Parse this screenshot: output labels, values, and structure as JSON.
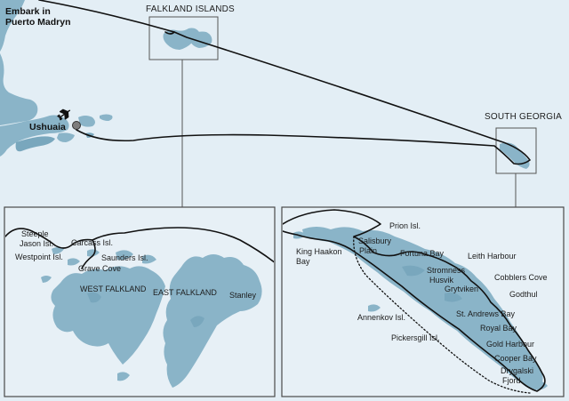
{
  "labels": {
    "embark_line1": "Embark in",
    "embark_line2": "Puerto Madryn",
    "ushuaia": "Ushuaia",
    "falkland_islands": "FALKLAND ISLANDS",
    "south_georgia": "SOUTH GEORGIA"
  },
  "falklands_detail": {
    "steeple_jason_line1": "Steeple",
    "steeple_jason_line2": "Jason Isl.",
    "carcass": "Carcass Isl.",
    "westpoint": "Westpoint Isl.",
    "saunders": "Saunders Isl.",
    "grave_cove": "Grave Cove",
    "west_falkland": "WEST FALKLAND",
    "east_falkland": "EAST FALKLAND",
    "stanley": "Stanley"
  },
  "south_georgia_detail": {
    "prion": "Prion Isl.",
    "king_haakon_line1": "King Haakon",
    "king_haakon_line2": "Bay",
    "salisbury_line1": "Salisbury",
    "salisbury_line2": "Plain",
    "fortuna": "Fortuna Bay",
    "leith": "Leith Harbour",
    "stromness": "Stromness",
    "husvik": "Husvik",
    "grytviken": "Grytviken",
    "cobblers": "Cobblers Cove",
    "godthul": "Godthul",
    "annenkov": "Annenkov Isl.",
    "st_andrews": "St. Andrews Bay",
    "royal": "Royal Bay",
    "pickersgill": "Pickersgill Isl.",
    "gold": "Gold Harbour",
    "cooper": "Cooper Bay",
    "drygalski_line1": "Drygalski",
    "drygalski_line2": "Fjord"
  },
  "icons": {
    "airport": "airplane-icon",
    "port": "port-marker-icon"
  },
  "colors": {
    "sea": "#e3eef5",
    "land": "#8ab4c8",
    "route": "#111111",
    "frame": "#555555"
  }
}
